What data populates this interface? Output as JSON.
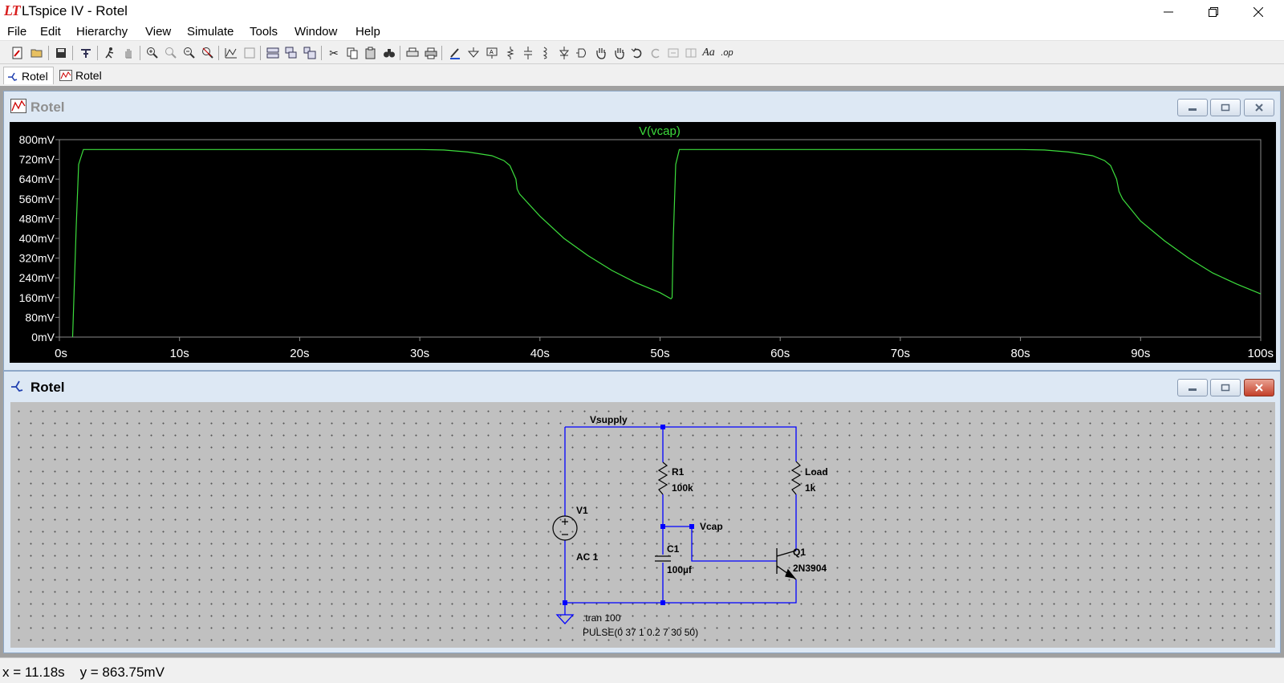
{
  "window": {
    "logo": "LT",
    "title": "LTspice IV - Rotel"
  },
  "menu": [
    "File",
    "Edit",
    "Hierarchy",
    "View",
    "Simulate",
    "Tools",
    "Window",
    "Help"
  ],
  "tabs": [
    {
      "label": "Rotel",
      "icon": "schematic-icon",
      "active": true
    },
    {
      "label": "Rotel",
      "icon": "waveform-icon",
      "active": false
    }
  ],
  "waveform_window": {
    "title": "Rotel",
    "icon": "waveform-icon",
    "trace_label": "V(vcap)"
  },
  "schematic_window": {
    "title": "Rotel",
    "icon": "schematic-icon"
  },
  "schematic": {
    "net_vsupply": "Vsupply",
    "net_vcap": "Vcap",
    "r1_name": "R1",
    "r1_value": "100k",
    "load_name": "Load",
    "load_value": "1k",
    "v1_name": "V1",
    "v1_value": "AC 1",
    "c1_name": "C1",
    "c1_value": "100µf",
    "q1_name": "Q1",
    "q1_value": "2N3904",
    "tran_directive": ".tran 100",
    "pulse_directive": "PULSE(0 37 1 0.2 7 30 50)"
  },
  "chart_data": {
    "type": "line",
    "title": "V(vcap)",
    "xlabel": "",
    "ylabel": "",
    "xlim": [
      0,
      100
    ],
    "ylim": [
      0,
      800
    ],
    "x_ticks": [
      "0s",
      "10s",
      "20s",
      "30s",
      "40s",
      "50s",
      "60s",
      "70s",
      "80s",
      "90s",
      "100s"
    ],
    "y_ticks": [
      "0mV",
      "80mV",
      "160mV",
      "240mV",
      "320mV",
      "400mV",
      "480mV",
      "560mV",
      "640mV",
      "720mV",
      "800mV"
    ],
    "background": "#000000",
    "trace_color": "#3cdc3c",
    "series": [
      {
        "name": "V(vcap)",
        "x": [
          1.1,
          1.2,
          1.4,
          1.6,
          2.0,
          10,
          20,
          30,
          32,
          34,
          36,
          37,
          37.5,
          38,
          38.1,
          38.3,
          40,
          42,
          44,
          46,
          48,
          50,
          50.9,
          51.0,
          51.1,
          51.3,
          51.6,
          52,
          60,
          70,
          80,
          82,
          84,
          86,
          87,
          87.5,
          88,
          88.2,
          88.5,
          90,
          92,
          94,
          96,
          98,
          100
        ],
        "y": [
          0,
          150,
          450,
          700,
          760,
          760,
          760,
          760,
          758,
          750,
          735,
          715,
          695,
          640,
          600,
          580,
          490,
          400,
          330,
          270,
          220,
          180,
          155,
          160,
          400,
          700,
          760,
          760,
          760,
          760,
          760,
          758,
          750,
          735,
          715,
          695,
          640,
          590,
          560,
          470,
          390,
          320,
          260,
          215,
          175
        ]
      }
    ],
    "grid": false
  },
  "status": {
    "x_readout": "x = 11.18s",
    "y_readout": "y = 863.75mV"
  },
  "colors": {
    "wire": "#0000ff",
    "trace": "#3cdc3c",
    "schematic_bg": "#c0c0c0",
    "logo_red": "#d81e1e"
  }
}
